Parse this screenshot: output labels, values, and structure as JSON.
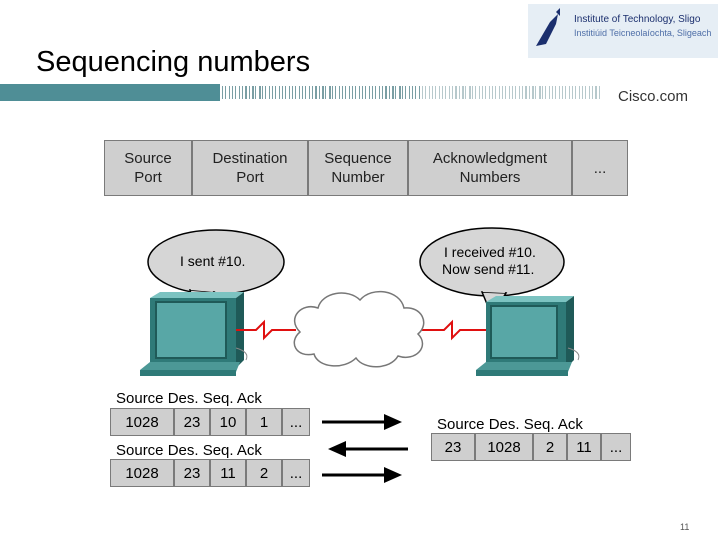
{
  "header": {
    "title": "Sequencing numbers",
    "institute_line1": "Institute of Technology, Sligo",
    "institute_line2": "Institiúid Teicneolaíochta, Sligeach",
    "cisco": "Cisco.com"
  },
  "segment_header": [
    "Source\nPort",
    "Destination\nPort",
    "Sequence\nNumber",
    "Acknowledgment\nNumbers",
    "..."
  ],
  "bubbles": {
    "left": "I sent #10.",
    "right_line1": "I received #10.",
    "right_line2": "Now send #11."
  },
  "packets": {
    "header_label": "Source  Des. Seq. Ack",
    "left_1": [
      "1028",
      "23",
      "10",
      "1",
      "..."
    ],
    "left_2": [
      "1028",
      "23",
      "11",
      "2",
      "..."
    ],
    "right_1": [
      "23",
      "1028",
      "2",
      "11",
      "..."
    ]
  },
  "page_number": "11"
}
